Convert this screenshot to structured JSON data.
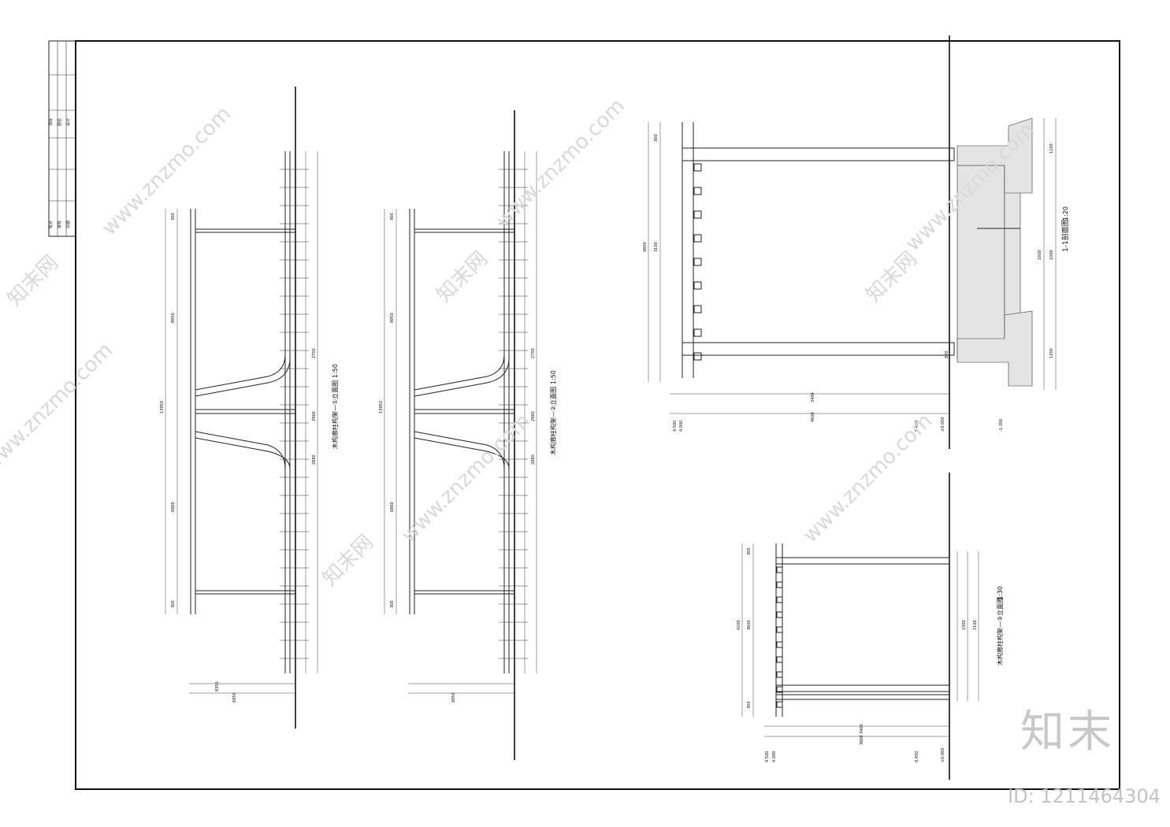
{
  "watermarks": {
    "site": "www.znzmo.com",
    "brand_cn": "知末网"
  },
  "brand_logo": "知末",
  "id_label": "ID: 1211464304",
  "views": {
    "elev_a": {
      "title": "木构廊柱构架—①立面图",
      "scale": "1:50",
      "dims": [
        "300",
        "8950",
        "13950",
        "2700",
        "2960",
        "2880",
        "6860",
        "300",
        "8350",
        "6950"
      ]
    },
    "elev_b": {
      "title": "木构廊柱构架—②立面图",
      "scale": "1:50",
      "dims": [
        "300",
        "8950",
        "13950",
        "2700",
        "2960",
        "2880",
        "6860",
        "300",
        "6950"
      ]
    },
    "section": {
      "title": "1-1剖面图",
      "scale": "1:20",
      "dims": [
        "300",
        "4800",
        "3100",
        "1200",
        "800",
        "3400",
        "4600",
        "1200",
        "1600",
        "1000"
      ],
      "levels": [
        "4.500",
        "4.000",
        "0.450",
        "±0.000",
        "-1.300"
      ]
    },
    "elev_c": {
      "title": "木构廊柱构架—③立面图",
      "scale": "1:30",
      "dims": [
        "300",
        "4200",
        "3600",
        "300",
        "2300",
        "2100",
        "3400",
        "3800"
      ],
      "levels": [
        "4.500",
        "4.000",
        "0.450",
        "±0.000"
      ]
    }
  },
  "title_block": {
    "cells": [
      "项目",
      "图名",
      "设计",
      "校对",
      "审核",
      "日期"
    ]
  }
}
